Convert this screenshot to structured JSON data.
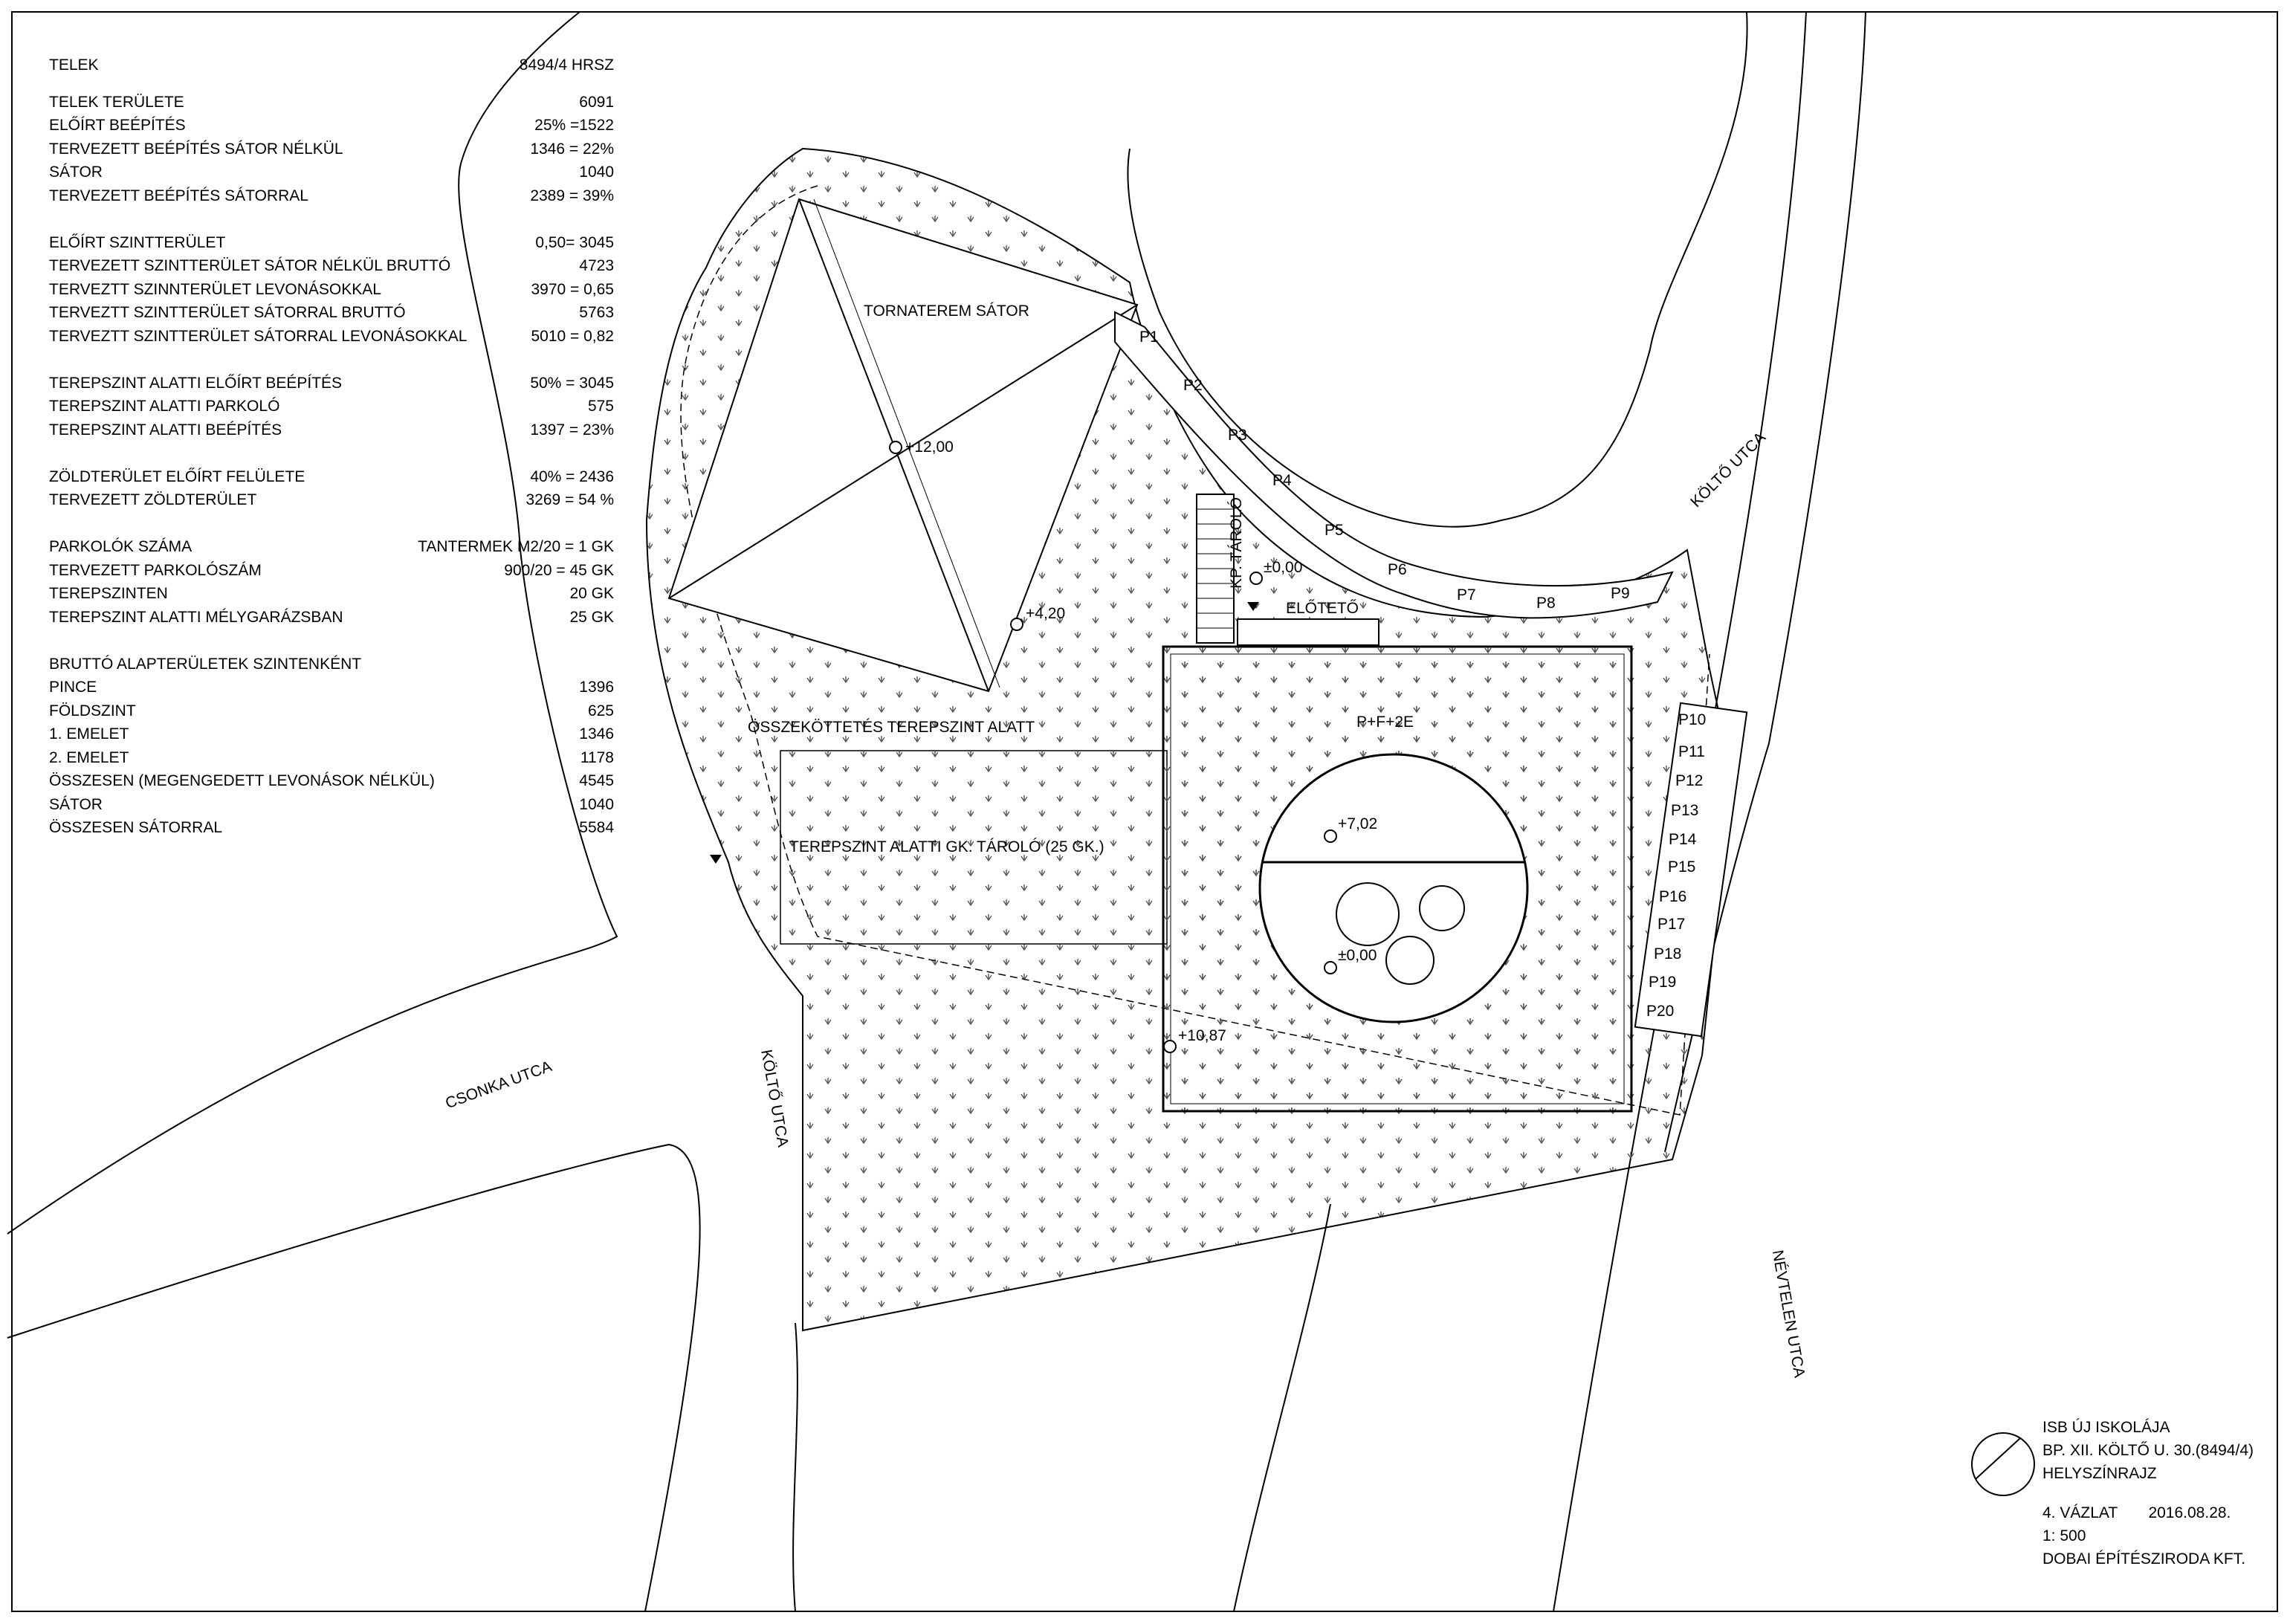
{
  "data_table": {
    "header": {
      "label": "TELEK",
      "value": "8494/4 HRSZ"
    },
    "groups": [
      [
        {
          "label": "TELEK TERÜLETE",
          "value": "6091"
        },
        {
          "label": "ELŐÍRT BEÉPÍTÉS",
          "value": "25% =1522"
        },
        {
          "label": "TERVEZETT BEÉPÍTÉS SÁTOR NÉLKÜL",
          "value": "1346 = 22%"
        },
        {
          "label": "SÁTOR",
          "value": "1040"
        },
        {
          "label": "TERVEZETT BEÉPÍTÉS SÁTORRAL",
          "value": "2389 = 39%"
        }
      ],
      [
        {
          "label": "ELŐÍRT SZINTTERÜLET",
          "value": "0,50= 3045"
        },
        {
          "label": "TERVEZETT SZINTTERÜLET SÁTOR NÉLKÜL BRUTTÓ",
          "value": "4723"
        },
        {
          "label": "TERVEZTT SZINNTERÜLET LEVONÁSOKKAL",
          "value": "3970 = 0,65"
        },
        {
          "label": "TERVEZTT SZINTTERÜLET SÁTORRAL BRUTTÓ",
          "value": "5763"
        },
        {
          "label": "TERVEZTT SZINTTERÜLET SÁTORRAL LEVONÁSOKKAL",
          "value": "5010 = 0,82"
        }
      ],
      [
        {
          "label": "TEREPSZINT ALATTI ELŐÍRT BEÉPÍTÉS",
          "value": "50% = 3045"
        },
        {
          "label": "TEREPSZINT ALATTI PARKOLÓ",
          "value": "575"
        },
        {
          "label": "TEREPSZINT ALATTI BEÉPÍTÉS",
          "value": "1397 = 23%"
        }
      ],
      [
        {
          "label": "ZÖLDTERÜLET ELŐÍRT FELÜLETE",
          "value": "40% = 2436"
        },
        {
          "label": "TERVEZETT ZÖLDTERÜLET",
          "value": "3269 = 54 %"
        }
      ],
      [
        {
          "label": "PARKOLÓK SZÁMA",
          "value": "TANTERMEK M2/20 = 1 GK"
        },
        {
          "label": "TERVEZETT PARKOLÓSZÁM",
          "value": "900/20 = 45 GK"
        },
        {
          "label": "TEREPSZINTEN",
          "value": "20 GK"
        },
        {
          "label": "TEREPSZINT ALATTI MÉLYGARÁZSBAN",
          "value": "25 GK"
        }
      ],
      [
        {
          "label": "BRUTTÓ ALAPTERÜLETEK SZINTENKÉNT",
          "value": ""
        },
        {
          "label": "PINCE",
          "value": "1396"
        },
        {
          "label": "FÖLDSZINT",
          "value": "625"
        },
        {
          "label": "1. EMELET",
          "value": "1346"
        },
        {
          "label": "2. EMELET",
          "value": "1178"
        },
        {
          "label": "ÖSSZESEN (MEGENGEDETT LEVONÁSOK NÉLKÜL)",
          "value": "4545"
        },
        {
          "label": "SÁTOR",
          "value": "1040"
        },
        {
          "label": "ÖSSZESEN SÁTORRAL",
          "value": "5584"
        }
      ]
    ]
  },
  "streets": {
    "kolto_utca_ne": "KÖLTŐ UTCA",
    "kolto_utca_sw": "KÖLTŐ UTCA",
    "csonka_utca": "CSONKA UTCA",
    "nevtelen_utca": "NÉVTELEN UTCA"
  },
  "labels": {
    "tornaterem": "TORNATEREM SÁTOR",
    "kp_tarolo": "KP. TÁROLÓ",
    "elotető": "ELŐTETŐ",
    "osszekottetes": "ÖSSZEKÖTTETÉS TEREPSZINT ALATT",
    "gk_tarolo": "TEREPSZINT ALATTI GK. TÁROLÓ (25 GK.)",
    "building": "P+F+2E"
  },
  "levels": {
    "tent_top": "+12,00",
    "tent_low": "+4,20",
    "entrance": "±0,00",
    "roof": "+7,02",
    "court": "±0,00",
    "building_corner": "+10,87"
  },
  "parking": [
    "P1",
    "P2",
    "P3",
    "P4",
    "P5",
    "P6",
    "P7",
    "P8",
    "P9",
    "P10",
    "P11",
    "P12",
    "P13",
    "P14",
    "P15",
    "P16",
    "P17",
    "P18",
    "P19",
    "P20"
  ],
  "title_block": {
    "project": "ISB ÚJ ISKOLÁJA",
    "address": "BP. XII. KÖLTŐ U. 30.(8494/4)",
    "drawing": "HELYSZÍNRAJZ",
    "version": "4. VÁZLAT",
    "date": "2016.08.28.",
    "scale": "1: 500",
    "office": "DOBAI ÉPÍTÉSZIRODA KFT."
  },
  "colors": {
    "line": "#000000",
    "background": "#ffffff",
    "hatch": "#555555"
  }
}
